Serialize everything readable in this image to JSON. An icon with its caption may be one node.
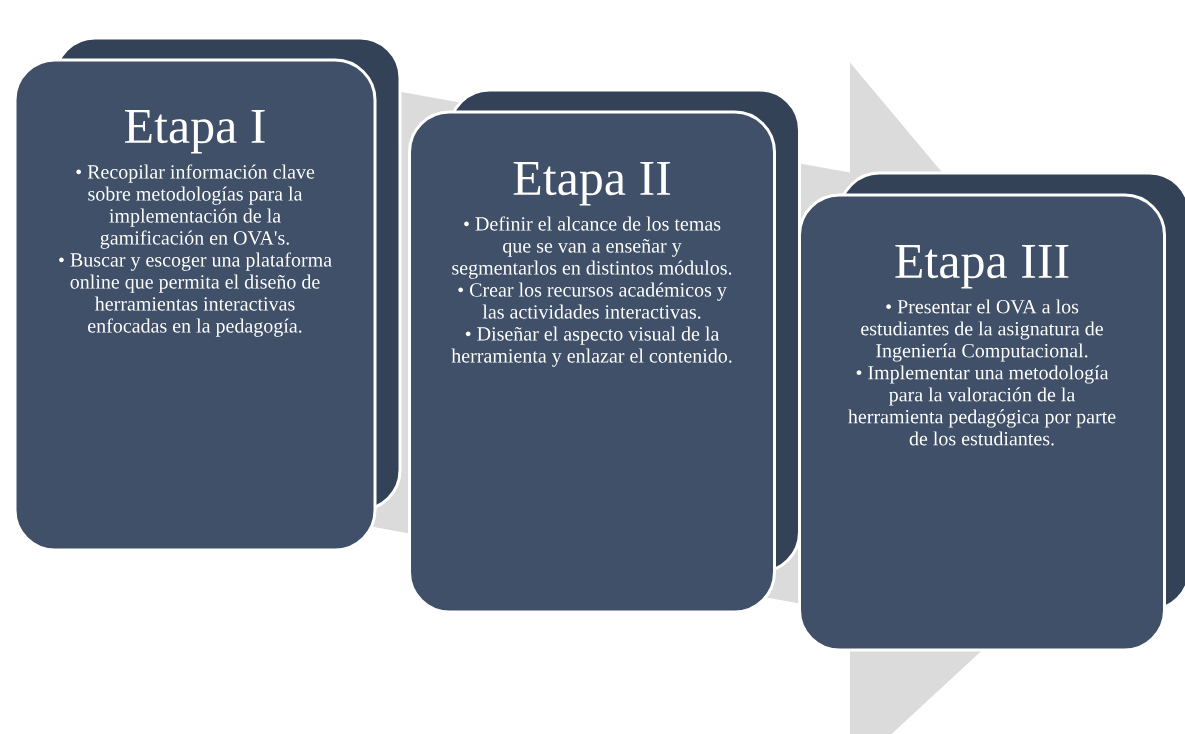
{
  "diagram": {
    "nodes": [
      {
        "text": [
          "Etapa I",
          "• Recopilar información clave sobre metodologías para la implementación de la gamificación en OVA's.",
          "• Buscar y escoger una plataforma online que permita el diseño de herramientas interactivas enfocadas en la pedagogía."
        ]
      },
      {
        "text": [
          "Etapa II",
          "• Definir el alcance de los temas que se van a enseñar y segmentarlos en distintos módulos.",
          "• Crear los recursos académicos y las actividades interactivas.",
          "• Diseñar el aspecto visual de la herramienta y enlazar el contenido."
        ]
      },
      {
        "text": [
          "Etapa III",
          "• Presentar el OVA a los estudiantes de la asignatura de Ingeniería Computacional.",
          "• Implementar una metodología para la valoración de la herramienta pedagógica por parte de los estudiantes."
        ]
      }
    ],
    "edges": [
      {
        "from": 0,
        "to": 2,
        "arrow": "to"
      }
    ]
  }
}
